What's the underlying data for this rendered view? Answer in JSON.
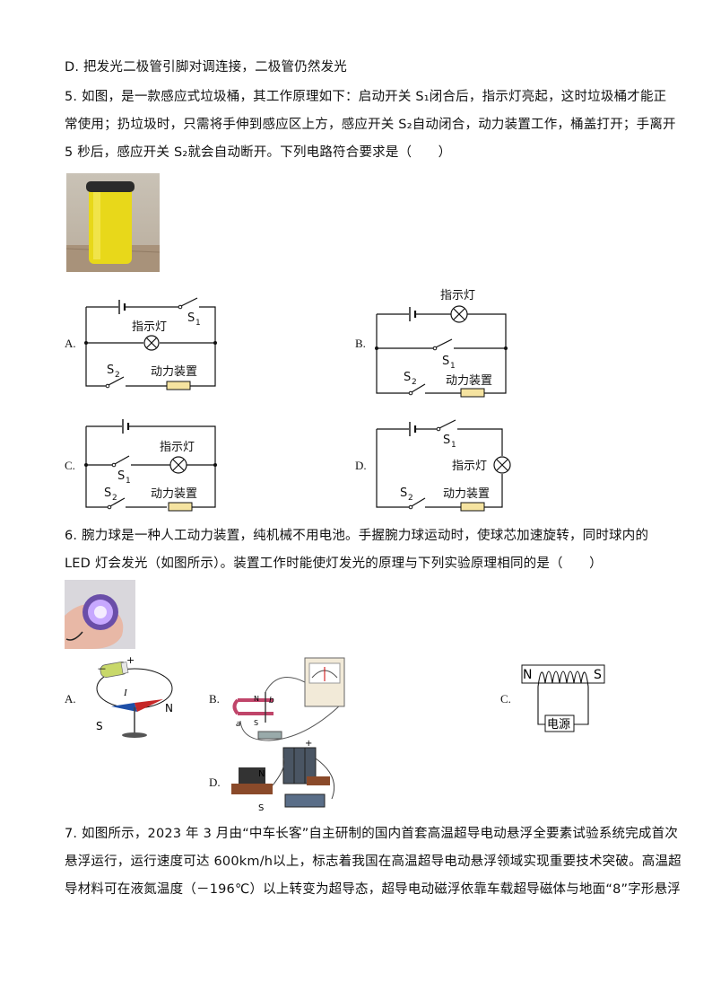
{
  "text": {
    "l1": "D. 把发光二极管引脚对调连接，二极管仍然发光",
    "l2": "5. 如图，是一款感应式垃圾桶，其工作原理如下：启动开关 S₁闭合后，指示灯亮起，这时垃圾桶才能正",
    "l3": "常使用；扔垃圾时，只需将手伸到感应区上方，感应开关 S₂自动闭合，动力装置工作，桶盖打开；手离开",
    "l4": "5 秒后，感应开关 S₂就会自动断开。下列电路符合要求是（　　）",
    "l5": "6. 腕力球是一种人工动力装置，纯机械不用电池。手握腕力球运动时，使球芯加速旋转，同时球内的",
    "l6": "LED 灯会发光（如图所示）。装置工作时能使灯发光的原理与下列实验原理相同的是（　　）",
    "l7": "7. 如图所示，2023 年 3 月由“中车长客”自主研制的国内首套高温超导电动悬浮全要素试验系统完成首次",
    "l8": "悬浮运行，运行速度可达 600km/h以上，标志着我国在高温超导电动悬浮领域实现重要技术突破。高温超",
    "l9": "导材料可在液氮温度（－196℃）以上转变为超导态，超导电动磁浮依靠车载超导磁体与地面“8”字形悬浮"
  },
  "q5": {
    "options": [
      "A.",
      "B.",
      "C.",
      "D."
    ],
    "lamp": "指示灯",
    "device": "动力装置",
    "s": "S",
    "sub1": "1",
    "sub2": "2"
  },
  "q6": {
    "options": [
      "A.",
      "B.",
      "C.",
      "D."
    ],
    "a_minus": "－",
    "a_plus": "+",
    "a_current": "I",
    "a_south": "S",
    "a_north": "N",
    "b_n": "N",
    "b_s": "S",
    "b_a": "a",
    "b_b": "b",
    "c_n": "N",
    "c_s": "S",
    "c_power": "电源",
    "d_n": "N",
    "d_s": "S",
    "d_plus": "+"
  }
}
